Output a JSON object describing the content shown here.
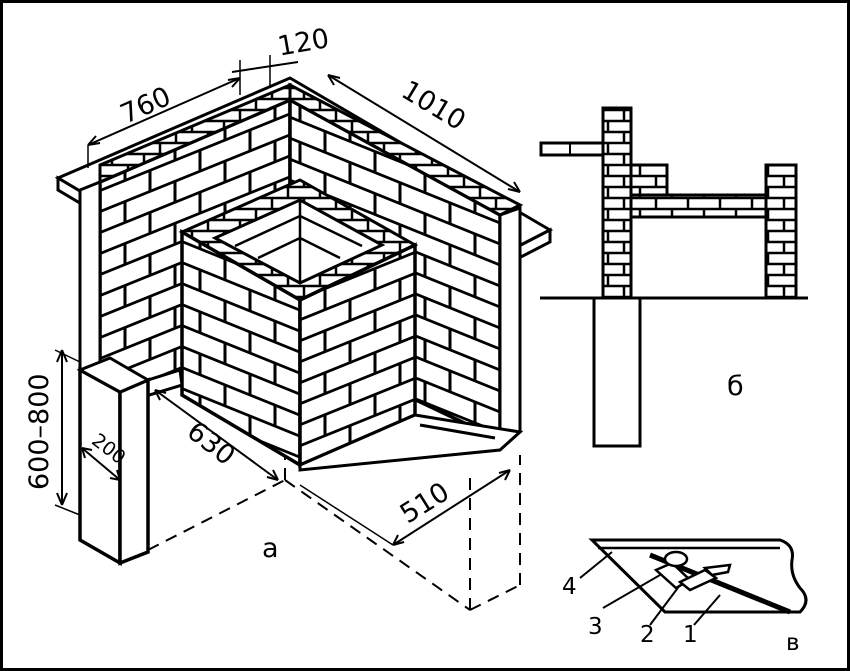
{
  "dimensions": {
    "d760": "760",
    "d120": "120",
    "d1010": "1010",
    "d630": "630",
    "d510": "510",
    "d200": "200",
    "d600_800": "600–800"
  },
  "panels": {
    "a": "а",
    "b": "б",
    "v": "в"
  },
  "callouts": {
    "n1": "1",
    "n2": "2",
    "n3": "3",
    "n4": "4"
  }
}
